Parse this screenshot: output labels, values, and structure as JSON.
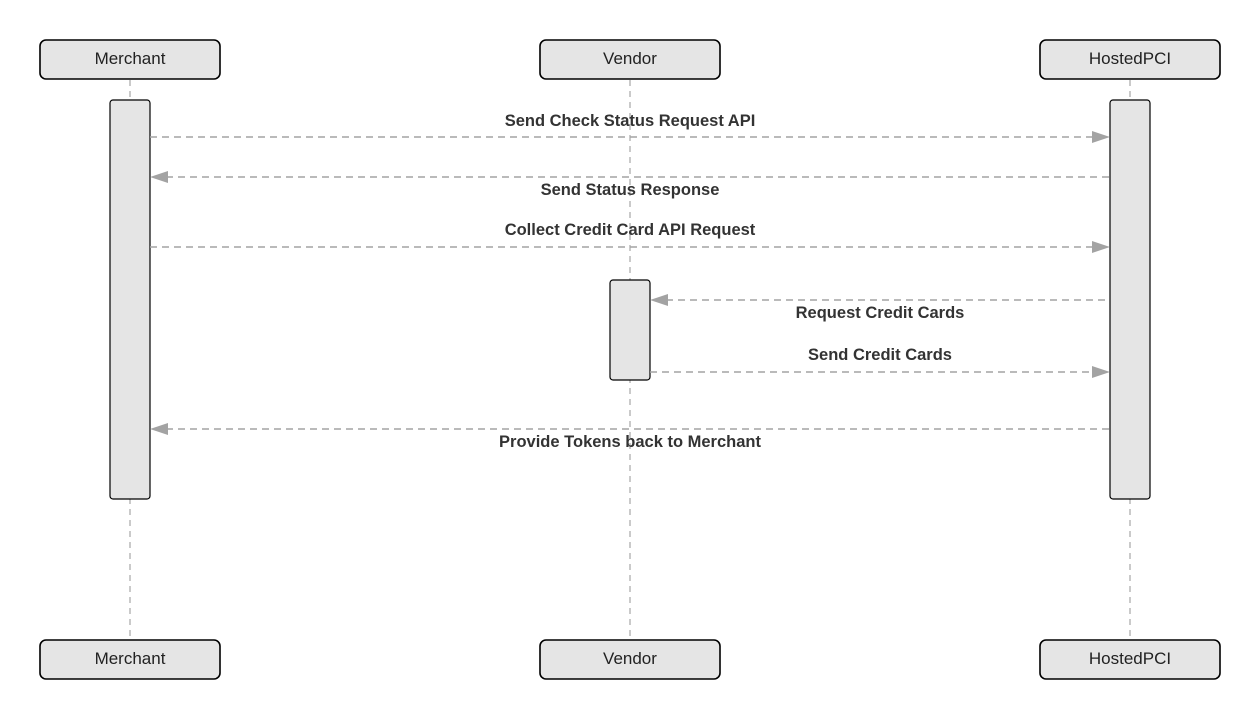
{
  "diagram": {
    "type": "sequence",
    "actors": [
      {
        "id": "merchant",
        "label": "Merchant"
      },
      {
        "id": "vendor",
        "label": "Vendor"
      },
      {
        "id": "hostedpci",
        "label": "HostedPCI"
      }
    ],
    "messages": [
      {
        "from": "merchant",
        "to": "hostedpci",
        "label": "Send Check Status Request API"
      },
      {
        "from": "hostedpci",
        "to": "merchant",
        "label": "Send Status Response"
      },
      {
        "from": "merchant",
        "to": "hostedpci",
        "label": "Collect Credit Card API Request"
      },
      {
        "from": "hostedpci",
        "to": "vendor",
        "label": "Request Credit Cards"
      },
      {
        "from": "vendor",
        "to": "hostedpci",
        "label": "Send Credit Cards"
      },
      {
        "from": "hostedpci",
        "to": "merchant",
        "label": "Provide Tokens back to Merchant"
      }
    ]
  }
}
